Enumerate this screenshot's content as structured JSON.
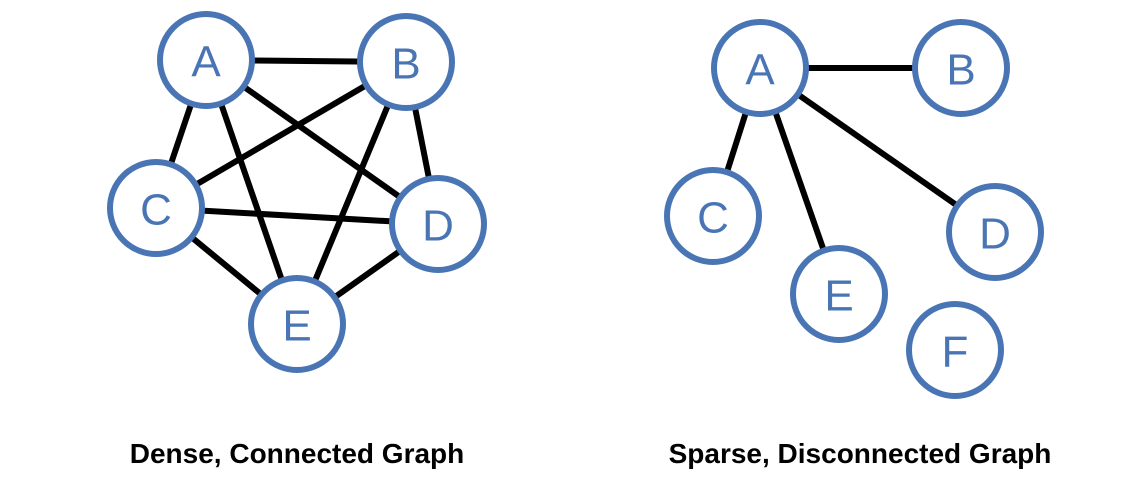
{
  "colors": {
    "node_stroke": "#4a75b5",
    "node_label": "#4a75b5",
    "edge": "#000000",
    "background": "#ffffff"
  },
  "graphs": [
    {
      "caption": "Dense, Connected Graph",
      "nodes": [
        "A",
        "B",
        "C",
        "D",
        "E"
      ],
      "edges": [
        [
          "A",
          "B"
        ],
        [
          "A",
          "C"
        ],
        [
          "A",
          "D"
        ],
        [
          "A",
          "E"
        ],
        [
          "B",
          "C"
        ],
        [
          "B",
          "D"
        ],
        [
          "B",
          "E"
        ],
        [
          "C",
          "D"
        ],
        [
          "C",
          "E"
        ],
        [
          "D",
          "E"
        ]
      ]
    },
    {
      "caption": "Sparse, Disconnected Graph",
      "nodes": [
        "A",
        "B",
        "C",
        "D",
        "E",
        "F"
      ],
      "edges": [
        [
          "A",
          "B"
        ],
        [
          "A",
          "C"
        ],
        [
          "A",
          "D"
        ],
        [
          "A",
          "E"
        ]
      ]
    }
  ]
}
